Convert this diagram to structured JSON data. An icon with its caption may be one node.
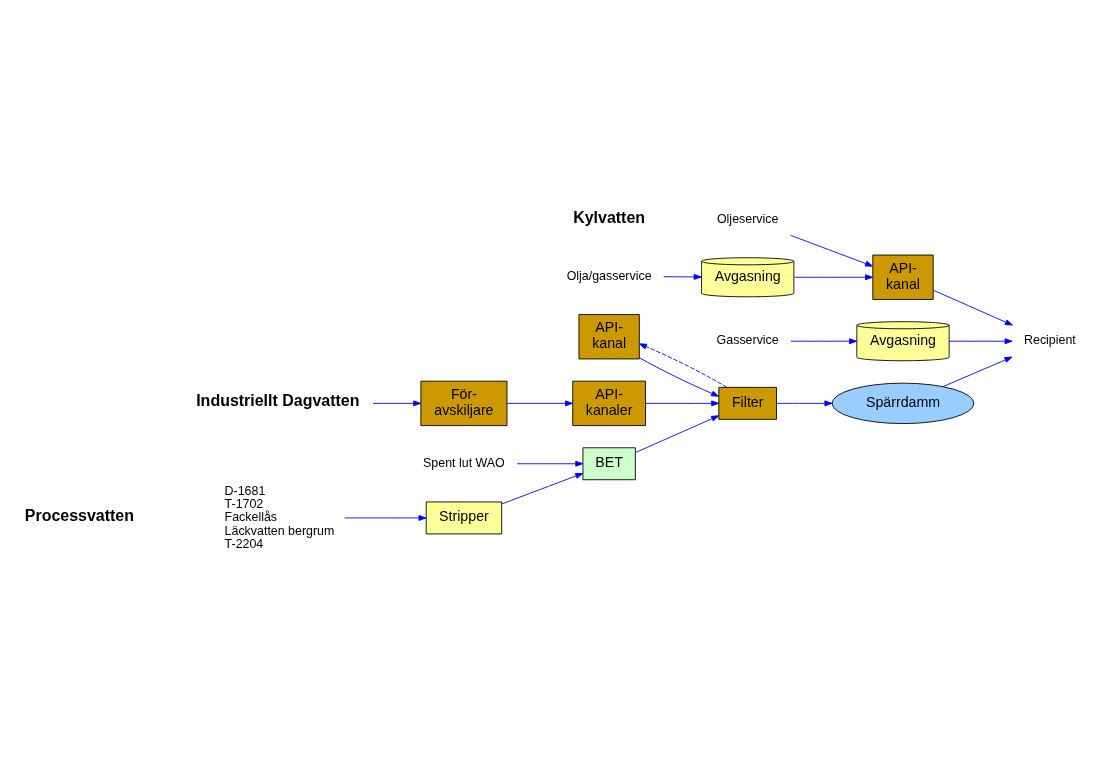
{
  "diagram": {
    "nodes": [
      {
        "text": [
          "D-1681",
          "T-1702",
          "Fackellås",
          "Läckvatten bergrum",
          "T-2204"
        ]
      },
      {
        "text": [
          "Stripper"
        ]
      },
      {
        "text": [
          "BET"
        ]
      },
      {
        "text": [
          "Spent lut WAO"
        ]
      },
      {
        "text": [
          "API- kanal"
        ]
      },
      {
        "text": [
          "Industriellt Dagvatten"
        ]
      },
      {
        "text": [
          "För- avskiljare"
        ]
      },
      {
        "text": [
          "API- kanaler"
        ]
      },
      {
        "text": [
          "Filter"
        ]
      },
      {
        "text": [
          "Spärrdamm"
        ]
      },
      {
        "text": [
          "API- kanal"
        ]
      },
      {
        "text": [
          "Oljeservice"
        ]
      },
      {
        "text": [
          "Olja/gasservice"
        ]
      },
      {
        "text": [
          "Avgasning"
        ]
      },
      {
        "text": [
          "Gasservice"
        ]
      },
      {
        "text": [
          "Avgasning"
        ]
      },
      {
        "text": [
          "Recipient"
        ]
      }
    ],
    "edges": [
      {
        "from": 0,
        "to": 1,
        "arrow": "to"
      },
      {
        "from": 1,
        "to": 2,
        "arrow": "to"
      },
      {
        "from": 3,
        "to": 2,
        "arrow": "to"
      },
      {
        "from": 2,
        "to": 8,
        "arrow": "to"
      },
      {
        "from": 4,
        "to": 8,
        "arrow": "to"
      },
      {
        "from": 5,
        "to": 6,
        "arrow": "to"
      },
      {
        "from": 6,
        "to": 7,
        "arrow": "to"
      },
      {
        "from": 7,
        "to": 8,
        "arrow": "to"
      },
      {
        "from": 8,
        "to": 9,
        "arrow": "to"
      },
      {
        "from": 8,
        "to": 4,
        "arrow": "to",
        "style": "dashed"
      },
      {
        "from": 11,
        "to": 10,
        "arrow": "to"
      },
      {
        "from": 12,
        "to": 13,
        "arrow": "to"
      },
      {
        "from": 13,
        "to": 10,
        "arrow": "to"
      },
      {
        "from": 14,
        "to": 15,
        "arrow": "to"
      },
      {
        "from": 10,
        "to": 16,
        "arrow": "to"
      },
      {
        "from": 15,
        "to": 16,
        "arrow": "to"
      },
      {
        "from": 9,
        "to": 16,
        "arrow": "to"
      }
    ],
    "labels": [
      "Processvatten",
      "Kylvatten"
    ]
  }
}
